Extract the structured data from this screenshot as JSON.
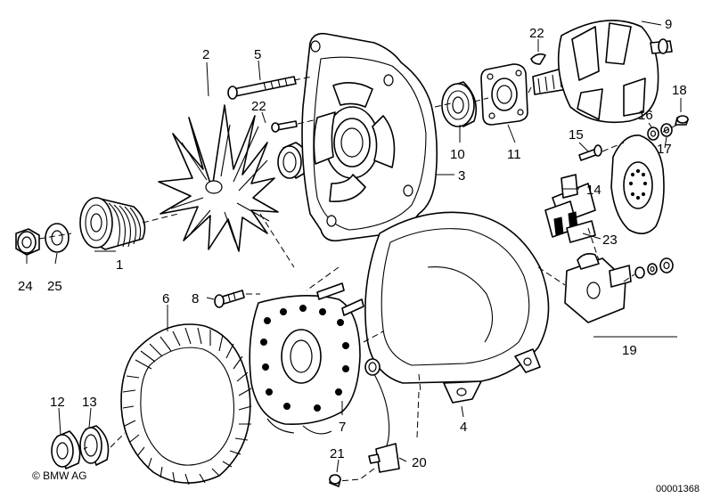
{
  "diagram": {
    "copyright": "© BMW AG",
    "reference_number": "00001368",
    "callouts": [
      {
        "id": "c1",
        "label": "1"
      },
      {
        "id": "c2",
        "label": "2"
      },
      {
        "id": "c3",
        "label": "3"
      },
      {
        "id": "c4",
        "label": "4"
      },
      {
        "id": "c5",
        "label": "5"
      },
      {
        "id": "c6",
        "label": "6"
      },
      {
        "id": "c7",
        "label": "7"
      },
      {
        "id": "c8",
        "label": "8"
      },
      {
        "id": "c9",
        "label": "9"
      },
      {
        "id": "c10",
        "label": "10"
      },
      {
        "id": "c11",
        "label": "11"
      },
      {
        "id": "c12",
        "label": "12"
      },
      {
        "id": "c13",
        "label": "13"
      },
      {
        "id": "c14",
        "label": "14"
      },
      {
        "id": "c15",
        "label": "15"
      },
      {
        "id": "c16",
        "label": "16"
      },
      {
        "id": "c17",
        "label": "17"
      },
      {
        "id": "c18",
        "label": "18"
      },
      {
        "id": "c19",
        "label": "19"
      },
      {
        "id": "c20",
        "label": "20"
      },
      {
        "id": "c21",
        "label": "21"
      },
      {
        "id": "c22a",
        "label": "22"
      },
      {
        "id": "c22b",
        "label": "22"
      },
      {
        "id": "c23",
        "label": "23"
      },
      {
        "id": "c24",
        "label": "24"
      },
      {
        "id": "c25",
        "label": "25"
      }
    ]
  }
}
